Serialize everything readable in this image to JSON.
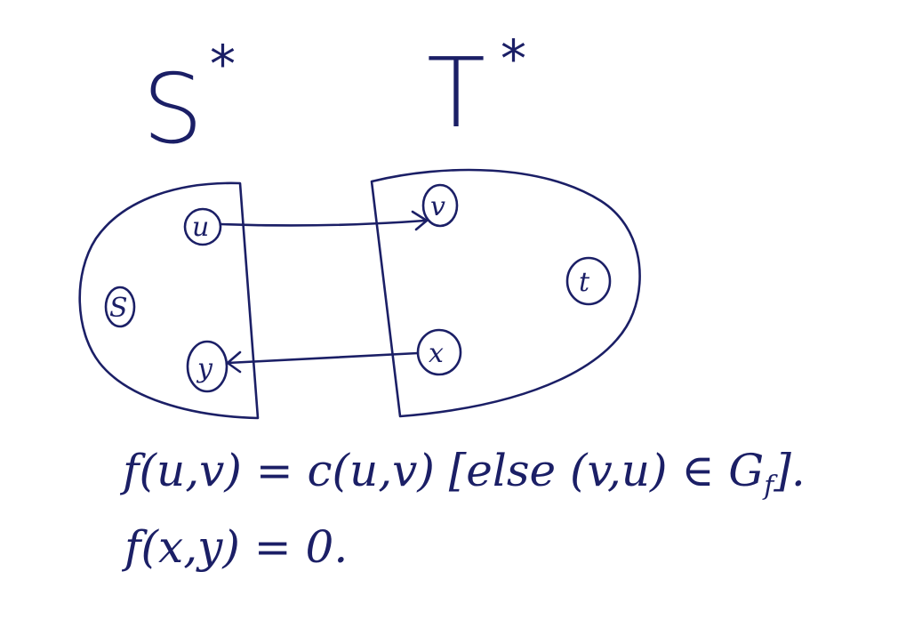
{
  "sets": {
    "left": {
      "label": "S",
      "superscript": "*"
    },
    "right": {
      "label": "T",
      "superscript": "*"
    }
  },
  "nodes": {
    "source": "S",
    "u": "u",
    "y": "y",
    "v": "v",
    "x": "x",
    "sink": "t"
  },
  "equations": {
    "line1": "f(u,v) = c(u,v) [else (v,u) ∈ G",
    "line1_subscript": "f",
    "line1_end": "].",
    "line2": "f(x,y) = 0."
  },
  "ink_color": "#1b1f66"
}
